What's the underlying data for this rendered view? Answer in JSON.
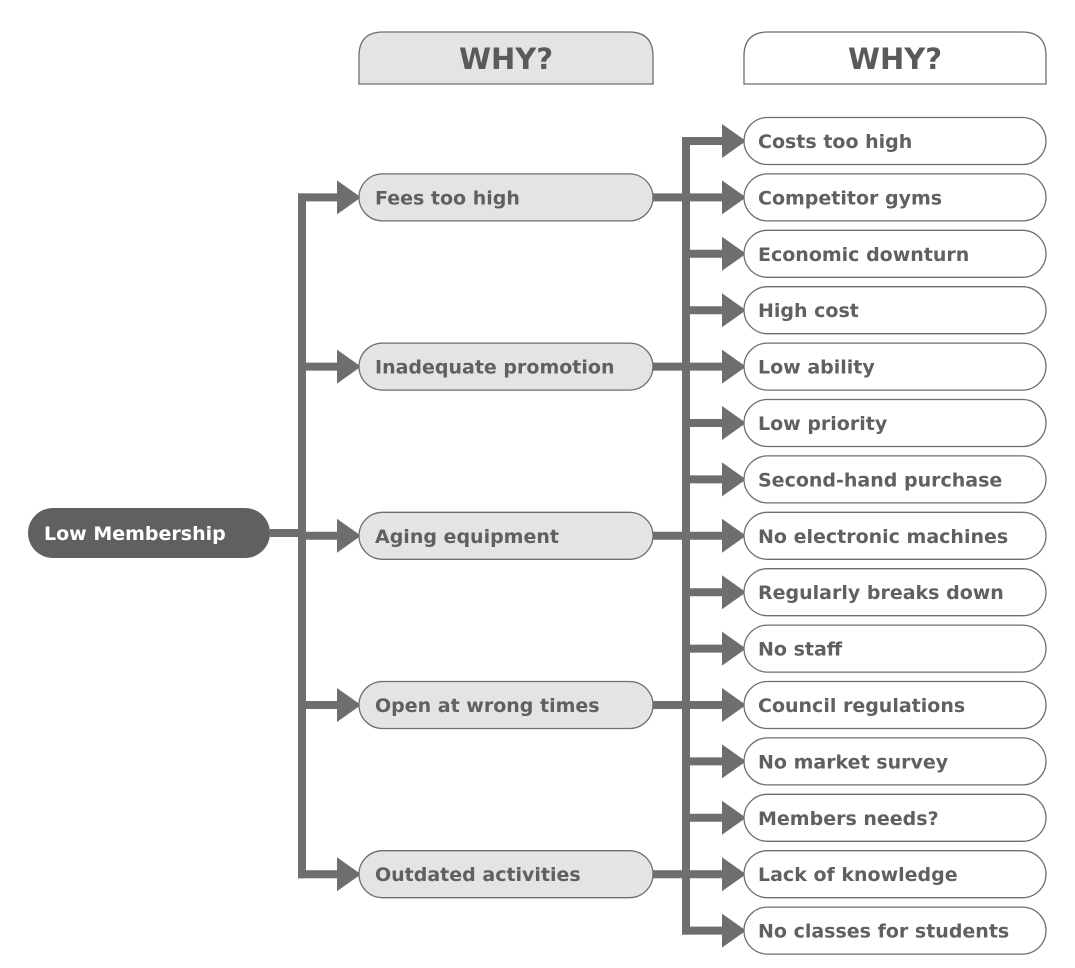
{
  "root": {
    "label": "Low Membership"
  },
  "headers": {
    "level1": "WHY?",
    "level2": "WHY?"
  },
  "causes": [
    {
      "label": "Fees too high",
      "reasons": [
        "Costs too high",
        "Competitor gyms",
        "Economic downturn"
      ]
    },
    {
      "label": "Inadequate promotion",
      "reasons": [
        "High cost",
        "Low ability",
        "Low priority"
      ]
    },
    {
      "label": "Aging equipment",
      "reasons": [
        "Second-hand purchase",
        "No electronic machines",
        "Regularly breaks down"
      ]
    },
    {
      "label": "Open at wrong times",
      "reasons": [
        "No staff",
        "Council regulations",
        "No market survey"
      ]
    },
    {
      "label": "Outdated activities",
      "reasons": [
        "Members needs?",
        "Lack of knowledge",
        "No classes for students"
      ]
    }
  ],
  "colors": {
    "connector": "#6d6e70",
    "root_fill": "#5f6062",
    "level1_fill": "#e3e4e5",
    "level2_fill": "#ffffff",
    "outline": "#6d6e70",
    "text": "#5f6062"
  }
}
